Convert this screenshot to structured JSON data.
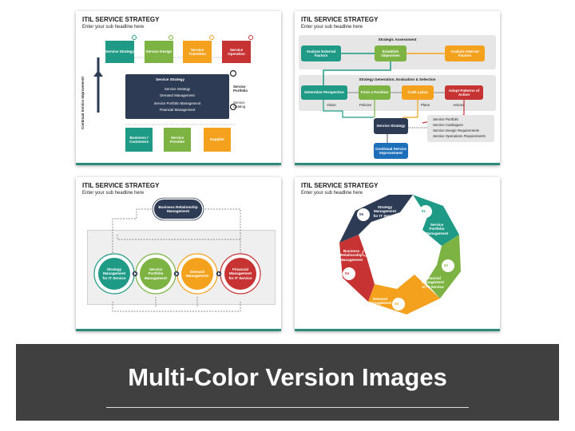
{
  "slides": [
    {
      "title": "ITIL SERVICE STRATEGY",
      "subtitle": "Enter your sub headline here",
      "top_boxes": [
        "Service Strategy",
        "Service Design",
        "Service Transition",
        "Service Operation"
      ],
      "center_title": "Service Strategy",
      "center_items": [
        "Service Strategy",
        "Demand Management",
        "Service Portfolio Management",
        "Financial Management"
      ],
      "side_label": "Continual Service Improvement",
      "right_labels": [
        "Service Portfolio",
        "Service Catalog"
      ],
      "bottom_boxes": [
        "Business / Customers",
        "Service Provider",
        "Supplier"
      ]
    },
    {
      "title": "ITIL SERVICE STRATEGY",
      "subtitle": "Enter your sub headline here",
      "assessment_title": "Strategic Assessment",
      "assessment_boxes": [
        "Analyze External Factors",
        "Establish Objectives",
        "Analyze Internal Factors"
      ],
      "generation_title": "Strategy Generation, Evaluation & Selection",
      "generation_boxes": [
        "Determine Perspective",
        "Form a Position",
        "Craft a plan",
        "Adopt Patterns of Action"
      ],
      "generation_labels": [
        "Vision",
        "Policies",
        "Plans",
        "Actions"
      ],
      "service_strategy": "Service Strategy",
      "csi": "Continual Service Improvement",
      "bullets": [
        "Service Portfolio",
        "Service Catalogues",
        "Service Design Requirements",
        "Service Operations Requirements"
      ]
    },
    {
      "title": "ITIL SERVICE STRATEGY",
      "subtitle": "Enter your sub headline here",
      "brm": "Business Relationship Management",
      "circles": [
        "Strategy Management for IT Service",
        "Service Portfolio Management",
        "Demand Management",
        "Financial Management for IT Service"
      ]
    },
    {
      "title": "ITIL SERVICE STRATEGY",
      "subtitle": "Enter your sub headline here",
      "segments": [
        {
          "num": "01",
          "label": "Service Portfolio Management"
        },
        {
          "num": "02",
          "label": "Financial Management of IT Service"
        },
        {
          "num": "03",
          "label": "Demand Management"
        },
        {
          "num": "04",
          "label": "Business Relationship Management"
        },
        {
          "num": "05",
          "label": "Strategy Management for IT Service"
        }
      ]
    }
  ],
  "banner": {
    "title": "Multi-Color Version Images"
  },
  "colors": {
    "teal": "#1f9a86",
    "green": "#7cb342",
    "orange": "#f4a21d",
    "red": "#c73232",
    "navy": "#2d3b55",
    "blue": "#1e6fba"
  }
}
